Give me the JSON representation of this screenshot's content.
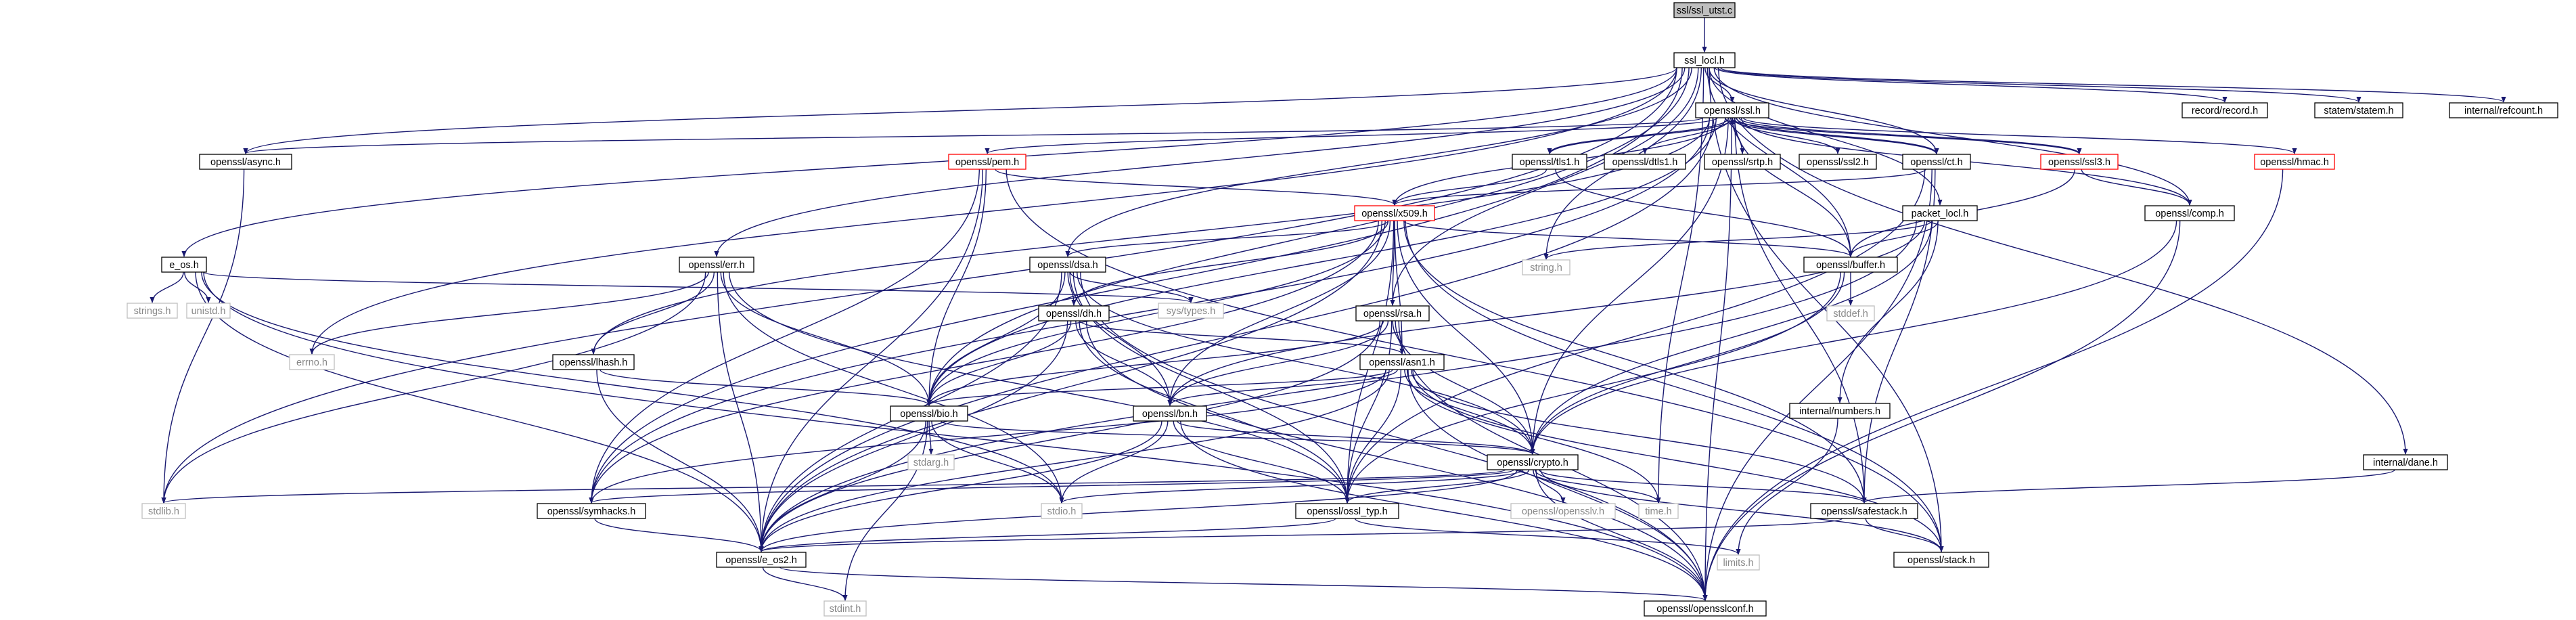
{
  "graph": {
    "colors": {
      "edge": "#191970",
      "text": "#000000",
      "text_missing": "#888888",
      "fill_root": "#bfbfbf",
      "fill_node": "#ffffff",
      "border_node": "#000000",
      "border_missing": "#bfbfbf",
      "border_linked": "#ff0000"
    },
    "nodes": {
      "ssl_utst": {
        "label": "ssl/ssl_utst.c",
        "kind": "root"
      },
      "ssl_locl": {
        "label": "ssl_locl.h",
        "kind": "normal"
      },
      "ssl_h": {
        "label": "openssl/ssl.h",
        "kind": "normal"
      },
      "record": {
        "label": "record/record.h",
        "kind": "normal"
      },
      "statem": {
        "label": "statem/statem.h",
        "kind": "normal"
      },
      "refcount": {
        "label": "internal/refcount.h",
        "kind": "normal"
      },
      "async": {
        "label": "openssl/async.h",
        "kind": "normal"
      },
      "pem": {
        "label": "openssl/pem.h",
        "kind": "linked"
      },
      "tls1": {
        "label": "openssl/tls1.h",
        "kind": "normal"
      },
      "dtls1": {
        "label": "openssl/dtls1.h",
        "kind": "normal"
      },
      "srtp": {
        "label": "openssl/srtp.h",
        "kind": "normal"
      },
      "ssl2": {
        "label": "openssl/ssl2.h",
        "kind": "normal"
      },
      "ct": {
        "label": "openssl/ct.h",
        "kind": "normal"
      },
      "ssl3": {
        "label": "openssl/ssl3.h",
        "kind": "linked"
      },
      "comp": {
        "label": "openssl/comp.h",
        "kind": "normal"
      },
      "hmac": {
        "label": "openssl/hmac.h",
        "kind": "linked"
      },
      "x509": {
        "label": "openssl/x509.h",
        "kind": "linked"
      },
      "packet": {
        "label": "packet_locl.h",
        "kind": "normal"
      },
      "e_os": {
        "label": "e_os.h",
        "kind": "normal"
      },
      "dsa": {
        "label": "openssl/dsa.h",
        "kind": "normal"
      },
      "string": {
        "label": "string.h",
        "kind": "missing"
      },
      "buffer": {
        "label": "openssl/buffer.h",
        "kind": "normal"
      },
      "strings": {
        "label": "strings.h",
        "kind": "missing"
      },
      "unistd": {
        "label": "unistd.h",
        "kind": "missing"
      },
      "systypes": {
        "label": "sys/types.h",
        "kind": "missing"
      },
      "err": {
        "label": "openssl/err.h",
        "kind": "normal"
      },
      "dh": {
        "label": "openssl/dh.h",
        "kind": "normal"
      },
      "rsa": {
        "label": "openssl/rsa.h",
        "kind": "normal"
      },
      "stddef": {
        "label": "stddef.h",
        "kind": "missing"
      },
      "errno": {
        "label": "errno.h",
        "kind": "missing"
      },
      "lhash": {
        "label": "openssl/lhash.h",
        "kind": "normal"
      },
      "asn1": {
        "label": "openssl/asn1.h",
        "kind": "normal"
      },
      "numbers": {
        "label": "internal/numbers.h",
        "kind": "normal"
      },
      "bio": {
        "label": "openssl/bio.h",
        "kind": "normal"
      },
      "bn": {
        "label": "openssl/bn.h",
        "kind": "normal"
      },
      "dane": {
        "label": "internal/dane.h",
        "kind": "normal"
      },
      "stdarg": {
        "label": "stdarg.h",
        "kind": "missing"
      },
      "crypto": {
        "label": "openssl/crypto.h",
        "kind": "normal"
      },
      "stdlib": {
        "label": "stdlib.h",
        "kind": "missing"
      },
      "symhacks": {
        "label": "openssl/symhacks.h",
        "kind": "normal"
      },
      "stdio": {
        "label": "stdio.h",
        "kind": "missing"
      },
      "ossl_typ": {
        "label": "openssl/ossl_typ.h",
        "kind": "normal"
      },
      "opensslv": {
        "label": "openssl/opensslv.h",
        "kind": "missing"
      },
      "time": {
        "label": "time.h",
        "kind": "missing"
      },
      "safestack": {
        "label": "openssl/safestack.h",
        "kind": "normal"
      },
      "e_os2": {
        "label": "openssl/e_os2.h",
        "kind": "normal"
      },
      "limits": {
        "label": "limits.h",
        "kind": "missing"
      },
      "stack": {
        "label": "openssl/stack.h",
        "kind": "normal"
      },
      "stdint": {
        "label": "stdint.h",
        "kind": "missing"
      },
      "opensslconf": {
        "label": "openssl/opensslconf.h",
        "kind": "normal"
      }
    },
    "edges": [
      [
        "ssl_utst",
        "ssl_locl"
      ],
      [
        "ssl_locl",
        "ssl_h"
      ],
      [
        "ssl_locl",
        "record"
      ],
      [
        "ssl_locl",
        "statem"
      ],
      [
        "ssl_locl",
        "refcount"
      ],
      [
        "ssl_locl",
        "async"
      ],
      [
        "ssl_locl",
        "ct"
      ],
      [
        "ssl_locl",
        "comp"
      ],
      [
        "ssl_locl",
        "packet"
      ],
      [
        "ssl_locl",
        "e_os"
      ],
      [
        "ssl_locl",
        "dsa"
      ],
      [
        "ssl_locl",
        "string"
      ],
      [
        "ssl_locl",
        "buffer"
      ],
      [
        "ssl_locl",
        "err"
      ],
      [
        "ssl_locl",
        "rsa"
      ],
      [
        "ssl_locl",
        "errno"
      ],
      [
        "ssl_locl",
        "bio"
      ],
      [
        "ssl_locl",
        "stdlib"
      ],
      [
        "ssl_locl",
        "symhacks"
      ],
      [
        "ssl_locl",
        "dane"
      ],
      [
        "ssl_locl",
        "time"
      ],
      [
        "ssl_locl",
        "stack"
      ],
      [
        "ssl_h",
        "async"
      ],
      [
        "ssl_h",
        "pem"
      ],
      [
        "ssl_h",
        "tls1"
      ],
      [
        "ssl_h",
        "dtls1"
      ],
      [
        "ssl_h",
        "srtp"
      ],
      [
        "ssl_h",
        "ssl2"
      ],
      [
        "ssl_h",
        "ct"
      ],
      [
        "ssl_h",
        "ssl3"
      ],
      [
        "ssl_h",
        "comp"
      ],
      [
        "ssl_h",
        "hmac"
      ],
      [
        "ssl_h",
        "x509"
      ],
      [
        "ssl_h",
        "buffer"
      ],
      [
        "ssl_h",
        "lhash"
      ],
      [
        "ssl_h",
        "bio"
      ],
      [
        "ssl_h",
        "crypto"
      ],
      [
        "ssl_h",
        "symhacks"
      ],
      [
        "ssl_h",
        "safestack"
      ],
      [
        "ssl_h",
        "e_os2"
      ],
      [
        "ssl_h",
        "opensslconf"
      ],
      [
        "async",
        "stdlib"
      ],
      [
        "pem",
        "x509"
      ],
      [
        "pem",
        "bio"
      ],
      [
        "pem",
        "symhacks"
      ],
      [
        "pem",
        "e_os2"
      ],
      [
        "pem",
        "stack"
      ],
      [
        "tls1",
        "ssl_h"
      ],
      [
        "tls1",
        "x509"
      ],
      [
        "tls1",
        "buffer"
      ],
      [
        "srtp",
        "ssl_h"
      ],
      [
        "ct",
        "ssl_h"
      ],
      [
        "ct",
        "x509"
      ],
      [
        "ct",
        "ossl_typ"
      ],
      [
        "ct",
        "safestack"
      ],
      [
        "ct",
        "opensslconf"
      ],
      [
        "ssl3",
        "ssl_h"
      ],
      [
        "ssl3",
        "comp"
      ],
      [
        "ssl3",
        "buffer"
      ],
      [
        "comp",
        "crypto"
      ],
      [
        "comp",
        "opensslconf"
      ],
      [
        "hmac",
        "opensslconf"
      ],
      [
        "x509",
        "dsa"
      ],
      [
        "x509",
        "buffer"
      ],
      [
        "x509",
        "rsa"
      ],
      [
        "x509",
        "dh"
      ],
      [
        "x509",
        "asn1"
      ],
      [
        "x509",
        "bio"
      ],
      [
        "x509",
        "bn"
      ],
      [
        "x509",
        "crypto"
      ],
      [
        "x509",
        "symhacks"
      ],
      [
        "x509",
        "ossl_typ"
      ],
      [
        "x509",
        "safestack"
      ],
      [
        "x509",
        "e_os2"
      ],
      [
        "x509",
        "stack"
      ],
      [
        "packet",
        "string"
      ],
      [
        "packet",
        "buffer"
      ],
      [
        "packet",
        "numbers"
      ],
      [
        "packet",
        "bn"
      ],
      [
        "packet",
        "crypto"
      ],
      [
        "packet",
        "e_os2"
      ],
      [
        "e_os",
        "strings"
      ],
      [
        "e_os",
        "unistd"
      ],
      [
        "e_os",
        "systypes"
      ],
      [
        "e_os",
        "stdio"
      ],
      [
        "e_os",
        "e_os2"
      ],
      [
        "e_os",
        "opensslconf"
      ],
      [
        "dsa",
        "systypes"
      ],
      [
        "dsa",
        "dh"
      ],
      [
        "dsa",
        "bio"
      ],
      [
        "dsa",
        "bn"
      ],
      [
        "dsa",
        "crypto"
      ],
      [
        "dsa",
        "ossl_typ"
      ],
      [
        "dsa",
        "e_os2"
      ],
      [
        "dsa",
        "opensslconf"
      ],
      [
        "buffer",
        "stddef"
      ],
      [
        "buffer",
        "crypto"
      ],
      [
        "buffer",
        "ossl_typ"
      ],
      [
        "err",
        "errno"
      ],
      [
        "err",
        "lhash"
      ],
      [
        "err",
        "bio"
      ],
      [
        "err",
        "stdlib"
      ],
      [
        "err",
        "stdio"
      ],
      [
        "err",
        "ossl_typ"
      ],
      [
        "err",
        "e_os2"
      ],
      [
        "dh",
        "asn1"
      ],
      [
        "dh",
        "bio"
      ],
      [
        "dh",
        "bn"
      ],
      [
        "dh",
        "ossl_typ"
      ],
      [
        "dh",
        "e_os2"
      ],
      [
        "dh",
        "opensslconf"
      ],
      [
        "rsa",
        "asn1"
      ],
      [
        "rsa",
        "bio"
      ],
      [
        "rsa",
        "bn"
      ],
      [
        "rsa",
        "crypto"
      ],
      [
        "rsa",
        "ossl_typ"
      ],
      [
        "rsa",
        "e_os2"
      ],
      [
        "rsa",
        "opensslconf"
      ],
      [
        "lhash",
        "bio"
      ],
      [
        "lhash",
        "e_os2"
      ],
      [
        "asn1",
        "bio"
      ],
      [
        "asn1",
        "bn"
      ],
      [
        "asn1",
        "crypto"
      ],
      [
        "asn1",
        "symhacks"
      ],
      [
        "asn1",
        "ossl_typ"
      ],
      [
        "asn1",
        "time"
      ],
      [
        "asn1",
        "safestack"
      ],
      [
        "asn1",
        "e_os2"
      ],
      [
        "asn1",
        "stack"
      ],
      [
        "asn1",
        "opensslconf"
      ],
      [
        "numbers",
        "limits"
      ],
      [
        "bio",
        "stdarg"
      ],
      [
        "bio",
        "crypto"
      ],
      [
        "bio",
        "stdio"
      ],
      [
        "bio",
        "e_os2"
      ],
      [
        "bio",
        "stdint"
      ],
      [
        "bn",
        "crypto"
      ],
      [
        "bn",
        "stdio"
      ],
      [
        "bn",
        "ossl_typ"
      ],
      [
        "bn",
        "e_os2"
      ],
      [
        "bn",
        "opensslconf"
      ],
      [
        "dane",
        "safestack"
      ],
      [
        "crypto",
        "stdlib"
      ],
      [
        "crypto",
        "symhacks"
      ],
      [
        "crypto",
        "stdio"
      ],
      [
        "crypto",
        "ossl_typ"
      ],
      [
        "crypto",
        "opensslv"
      ],
      [
        "crypto",
        "time"
      ],
      [
        "crypto",
        "safestack"
      ],
      [
        "crypto",
        "e_os2"
      ],
      [
        "crypto",
        "stack"
      ],
      [
        "crypto",
        "opensslconf"
      ],
      [
        "symhacks",
        "e_os2"
      ],
      [
        "ossl_typ",
        "e_os2"
      ],
      [
        "ossl_typ",
        "limits"
      ],
      [
        "safestack",
        "stack"
      ],
      [
        "safestack",
        "e_os2"
      ],
      [
        "e_os2",
        "stdint"
      ],
      [
        "e_os2",
        "opensslconf"
      ]
    ]
  }
}
